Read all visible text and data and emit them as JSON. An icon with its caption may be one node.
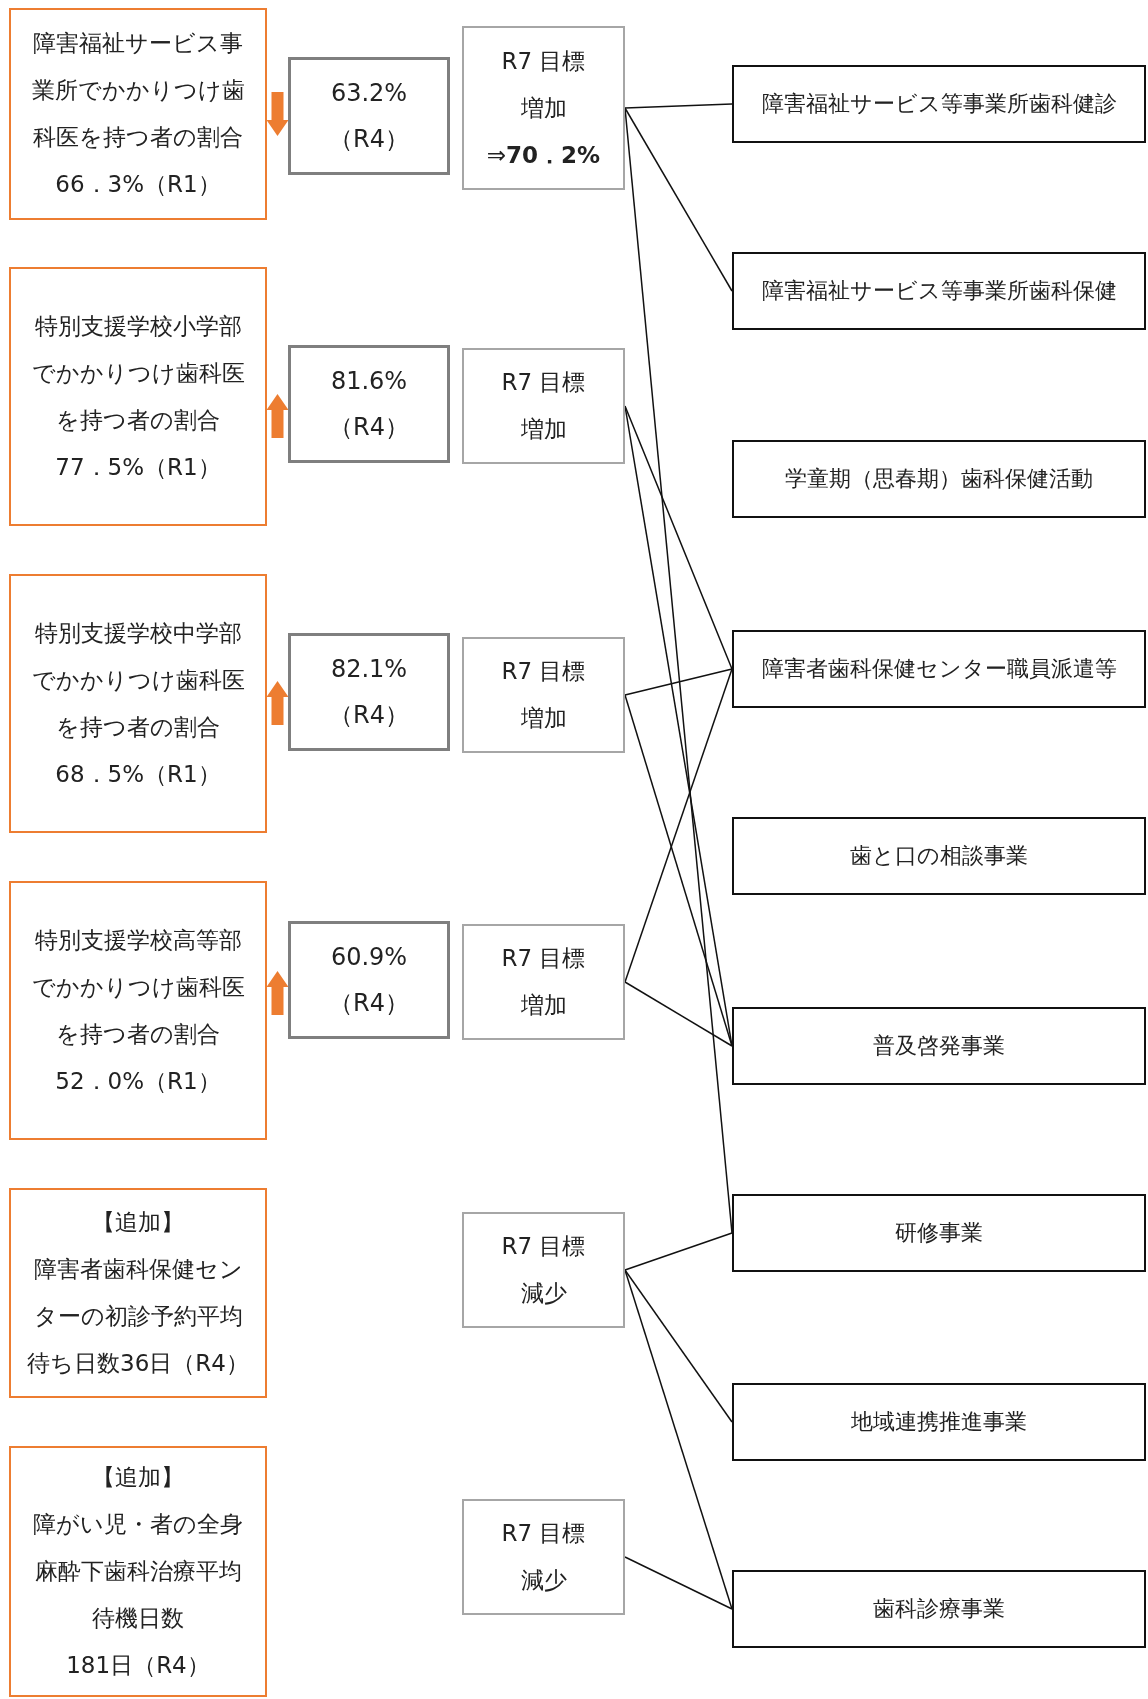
{
  "diagram": {
    "nodes": [
      {
        "text": [
          "障害福祉サービス事業所でかかりつけ歯科医を持つ者の割合",
          "66．3%（R1）"
        ]
      },
      {
        "text": [
          "特別支援学校小学部でかかりつけ歯科医を持つ者の割合",
          "77．5%（R1）"
        ]
      },
      {
        "text": [
          "特別支援学校中学部でかかりつけ歯科医を持つ者の割合",
          "68．5%（R1）"
        ]
      },
      {
        "text": [
          "特別支援学校高等部でかかりつけ歯科医を持つ者の割合",
          "52．0%（R1）"
        ]
      },
      {
        "text": [
          "【追加】",
          "障害者歯科保健センターの初診予約平均待ち日数36日（R4）"
        ]
      },
      {
        "text": [
          "【追加】",
          "障がい児・者の全身麻酔下歯科治療平均待機日数",
          "181日（R4）"
        ]
      },
      {
        "text": [
          "63.2%",
          "（R4）"
        ]
      },
      {
        "text": [
          "81.6%",
          "（R4）"
        ]
      },
      {
        "text": [
          "82.1%",
          "（R4）"
        ]
      },
      {
        "text": [
          "60.9%",
          "（R4）"
        ]
      },
      {
        "text": [
          "R7 目標",
          "増加",
          "⇒**70．2%**"
        ]
      },
      {
        "text": [
          "R7 目標",
          "増加"
        ]
      },
      {
        "text": [
          "R7 目標",
          "増加"
        ]
      },
      {
        "text": [
          "R7 目標",
          "増加"
        ]
      },
      {
        "text": [
          "R7 目標",
          "減少"
        ]
      },
      {
        "text": [
          "R7 目標",
          "減少"
        ]
      },
      {
        "text": [
          "障害福祉サービス等事業所歯科健診"
        ]
      },
      {
        "text": [
          "障害福祉サービス等事業所歯科保健"
        ]
      },
      {
        "text": [
          "学童期（思春期）歯科保健活動"
        ]
      },
      {
        "text": [
          "障害者歯科保健センター職員派遣等"
        ]
      },
      {
        "text": [
          "歯と口の相談事業"
        ]
      },
      {
        "text": [
          "普及啓発事業"
        ]
      },
      {
        "text": [
          "研修事業"
        ]
      },
      {
        "text": [
          "地域連携推進事業"
        ]
      },
      {
        "text": [
          "歯科診療事業"
        ]
      }
    ],
    "edges": [
      {
        "from": 0,
        "to": 6,
        "arrow": "to"
      },
      {
        "from": 7,
        "to": 1,
        "arrow": "to"
      },
      {
        "from": 2,
        "to": 8,
        "arrow": "to"
      },
      {
        "from": 3,
        "to": 9,
        "arrow": "to"
      },
      {
        "from": 10,
        "to": 16,
        "arrow": "none"
      },
      {
        "from": 10,
        "to": 17,
        "arrow": "none"
      },
      {
        "from": 10,
        "to": 22,
        "arrow": "none"
      },
      {
        "from": 11,
        "to": 19,
        "arrow": "none"
      },
      {
        "from": 11,
        "to": 21,
        "arrow": "none"
      },
      {
        "from": 12,
        "to": 19,
        "arrow": "none"
      },
      {
        "from": 12,
        "to": 21,
        "arrow": "none"
      },
      {
        "from": 13,
        "to": 19,
        "arrow": "none"
      },
      {
        "from": 13,
        "to": 21,
        "arrow": "none"
      },
      {
        "from": 14,
        "to": 22,
        "arrow": "none"
      },
      {
        "from": 14,
        "to": 23,
        "arrow": "none"
      },
      {
        "from": 14,
        "to": 24,
        "arrow": "none"
      },
      {
        "from": 15,
        "to": 24,
        "arrow": "none"
      }
    ]
  }
}
